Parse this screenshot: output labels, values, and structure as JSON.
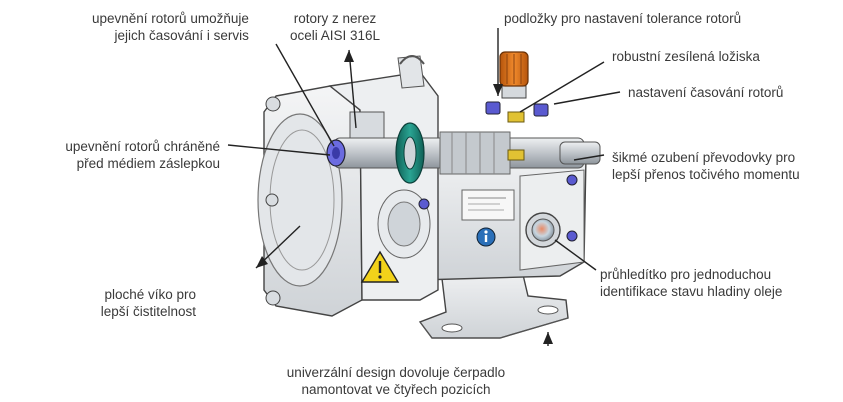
{
  "labels": {
    "rotor_mount_timing": [
      "upevnění rotorů umožňuje",
      "jejich časování i servis"
    ],
    "rotors_steel": [
      "rotory z nerez",
      "oceli AISI 316L"
    ],
    "shims": [
      "podložky pro nastavení tolerance rotorů"
    ],
    "bearings": [
      "robustní zesílená ložiska"
    ],
    "timing_adjust": [
      "nastavení časování rotorů"
    ],
    "rotor_mount_protected": [
      "upevnění rotorů chráněné",
      "před médiem záslepkou"
    ],
    "helical_gearing": [
      "šikmé ozubení převodovky pro",
      "lepší přenos točivého momentu"
    ],
    "flat_cover": [
      "ploché víko pro",
      "lepší čistitelnost"
    ],
    "sight_glass": [
      "průhledítko pro jednoduchou",
      "identifikace stavu hladiny oleje"
    ],
    "universal_design": [
      "univerzální design dovoluje čerpadlo",
      "namontovat ve čtyřech pozicích"
    ]
  },
  "colors": {
    "label_text": "#3a3a3a",
    "leader_line": "#222222",
    "housing": "#e6e8ea",
    "housing_dark": "#b9bec3",
    "shaft": "#c9cdd2",
    "seal_green": "#1f8a7a",
    "cap_orange": "#e8751a",
    "bolt_blue": "#5a5ad0",
    "warning_yellow": "#f2d21a"
  },
  "icons": [
    "warning-triangle-icon",
    "info-icon",
    "oil-sight-glass-icon"
  ]
}
